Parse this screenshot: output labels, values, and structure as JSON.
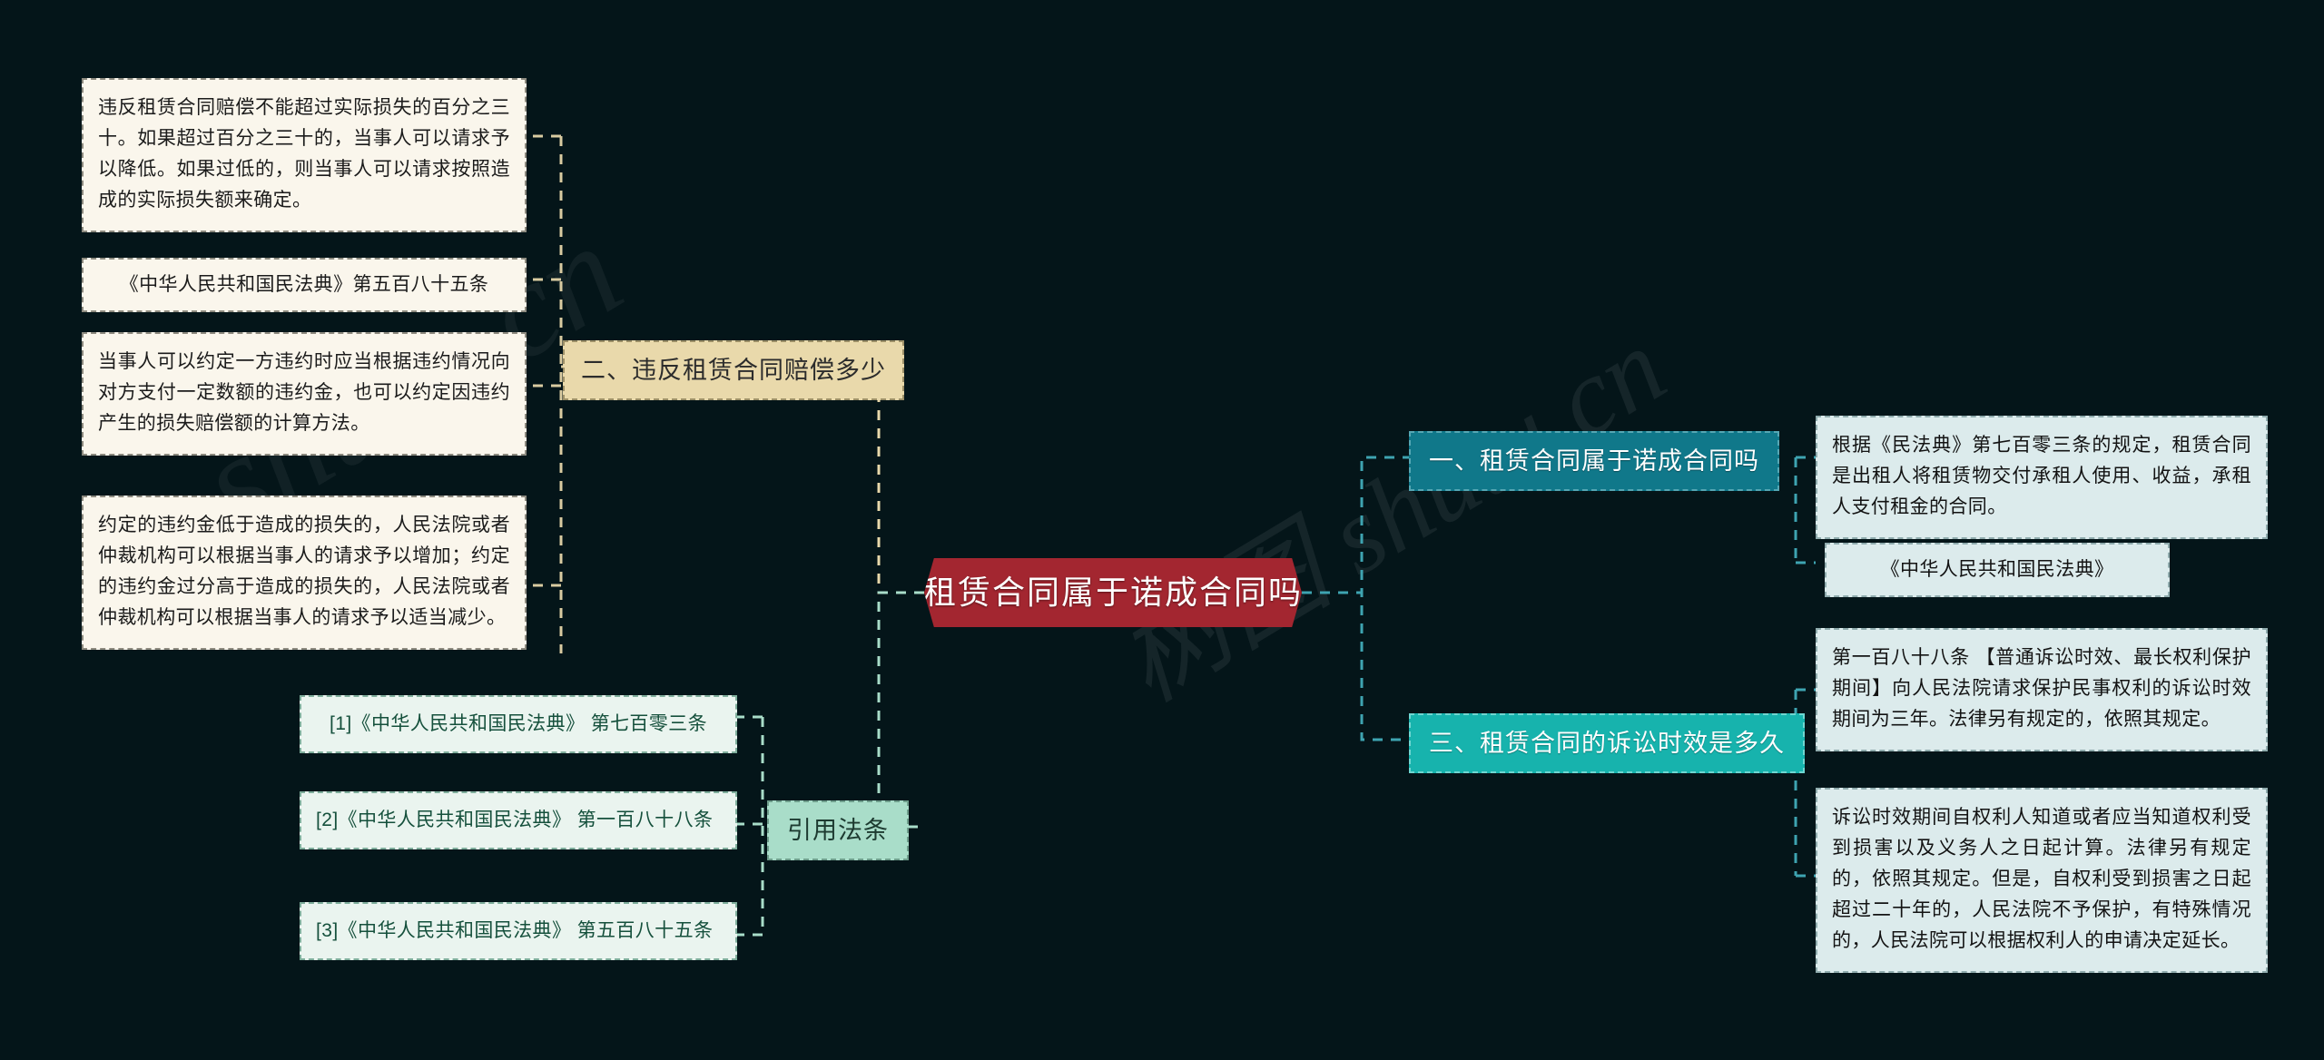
{
  "meta": {
    "background_color": "#041519",
    "root_color": "#a32630",
    "branch_gold_color": "#e9d9ab",
    "branch_mint_color": "#a9ddc9",
    "branch_teal_dark_color": "#10788a",
    "branch_teal_bright_color": "#17b3ad",
    "watermark_left": "shutu.cn",
    "watermark_right": "树图 shutu.cn"
  },
  "root": {
    "label": "租赁合同属于诺成合同吗"
  },
  "left_branch": {
    "topic": "二、违反租赁合同赔偿多少",
    "details": [
      "违反租赁合同赔偿不能超过实际损失的百分之三十。如果超过百分之三十的，当事人可以请求予以降低。如果过低的，则当事人可以请求按照造成的实际损失额来确定。",
      "《中华人民共和国民法典》第五百八十五条",
      "当事人可以约定一方违约时应当根据违约情况向对方支付一定数额的违约金，也可以约定因违约产生的损失赔偿额的计算方法。",
      "约定的违约金低于造成的损失的，人民法院或者仲裁机构可以根据当事人的请求予以增加；约定的违约金过分高于造成的损失的，人民法院或者仲裁机构可以根据当事人的请求予以适当减少。"
    ]
  },
  "citation_branch": {
    "topic": "引用法条",
    "items": [
      "[1]《中华人民共和国民法典》 第七百零三条",
      "[2]《中华人民共和国民法典》 第一百八十八条",
      "[3]《中华人民共和国民法典》 第五百八十五条"
    ]
  },
  "right_branch_one": {
    "topic": "一、租赁合同属于诺成合同吗",
    "details": [
      "根据《民法典》第七百零三条的规定，租赁合同是出租人将租赁物交付承租人使用、收益，承租人支付租金的合同。",
      "《中华人民共和国民法典》"
    ]
  },
  "right_branch_three": {
    "topic": "三、租赁合同的诉讼时效是多久",
    "details": [
      "第一百八十八条 【普通诉讼时效、最长权利保护期间】向人民法院请求保护民事权利的诉讼时效期间为三年。法律另有规定的，依照其规定。",
      "诉讼时效期间自权利人知道或者应当知道权利受到损害以及义务人之日起计算。法律另有规定的，依照其规定。但是，自权利受到损害之日起超过二十年的，人民法院不予保护，有特殊情况的，人民法院可以根据权利人的申请决定延长。"
    ]
  }
}
